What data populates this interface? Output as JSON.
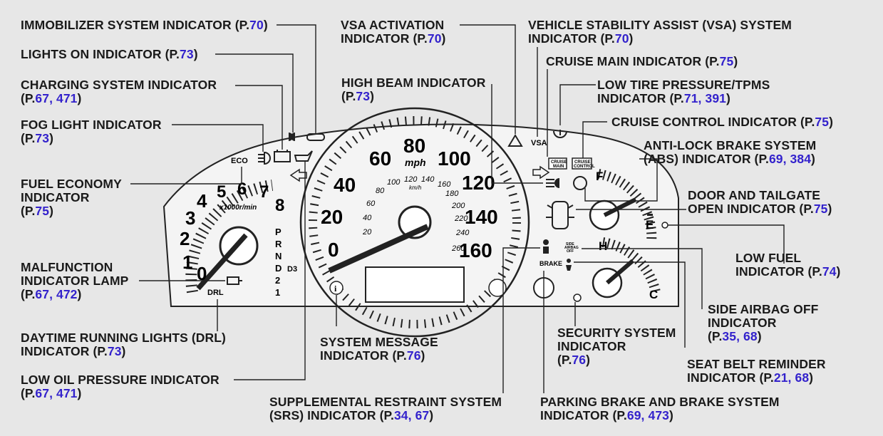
{
  "colors": {
    "link": "#3322cc",
    "text": "#1a1a1a",
    "background": "#e7e7e7",
    "panel": "#f4f4f4"
  },
  "labels": {
    "immobilizer": {
      "l1": "IMMOBILIZER SYSTEM INDICATOR (P.",
      "ref": "70",
      "end": ")"
    },
    "lights_on": {
      "l1": "LIGHTS ON INDICATOR (P.",
      "ref": "73",
      "end": ")"
    },
    "charging": {
      "l1": "CHARGING SYSTEM INDICATOR",
      "p": "(P.",
      "ref1": "67",
      "sep": ", ",
      "ref2": "471",
      "end": ")"
    },
    "fog": {
      "l1": "FOG LIGHT INDICATOR",
      "p": "(P.",
      "ref": "73",
      "end": ")"
    },
    "fuel_economy": {
      "l1": "FUEL ECONOMY",
      "l2": "INDICATOR",
      "p": "(P.",
      "ref": "75",
      "end": ")"
    },
    "malfunction": {
      "l1": "MALFUNCTION",
      "l2": "INDICATOR LAMP",
      "p": "(P.",
      "ref1": "67",
      "sep": ", ",
      "ref2": "472",
      "end": ")"
    },
    "drl": {
      "l1": "DAYTIME RUNNING LIGHTS (DRL)",
      "l2": "INDICATOR (P.",
      "ref": "73",
      "end": ")"
    },
    "low_oil": {
      "l1": "LOW OIL PRESSURE INDICATOR",
      "p": "(P.",
      "ref1": "67",
      "sep": ", ",
      "ref2": "471",
      "end": ")"
    },
    "vsa_activation": {
      "l1": "VSA ACTIVATION",
      "l2": "INDICATOR (P.",
      "ref": "70",
      "end": ")"
    },
    "high_beam": {
      "l1": "HIGH BEAM INDICATOR",
      "p": "(P.",
      "ref": "73",
      "end": ")"
    },
    "vsa_system": {
      "l1": "VEHICLE STABILITY ASSIST (VSA) SYSTEM",
      "l2": "INDICATOR (P.",
      "ref": "70",
      "end": ")"
    },
    "cruise_main": {
      "l1": "CRUISE MAIN INDICATOR (P.",
      "ref": "75",
      "end": ")"
    },
    "tpms": {
      "l1": "LOW TIRE PRESSURE/TPMS",
      "l2": "INDICATOR (P.",
      "ref1": "71",
      "sep": ", ",
      "ref2": "391",
      "end": ")"
    },
    "cruise_control": {
      "l1": "CRUISE CONTROL INDICATOR (P.",
      "ref": "75",
      "end": ")"
    },
    "abs": {
      "l1": "ANTI-LOCK BRAKE SYSTEM",
      "l2": "(ABS) INDICATOR (P.",
      "ref1": "69",
      "sep": ", ",
      "ref2": "384",
      "end": ")"
    },
    "door": {
      "l1": "DOOR AND TAILGATE",
      "l2": "OPEN INDICATOR (P.",
      "ref": "75",
      "end": ")"
    },
    "low_fuel": {
      "l1": "LOW FUEL",
      "l2": "INDICATOR (P.",
      "ref": "74",
      "end": ")"
    },
    "side_airbag": {
      "l1": "SIDE AIRBAG OFF",
      "l2": "INDICATOR",
      "p": "(P.",
      "ref1": "35",
      "sep": ", ",
      "ref2": "68",
      "end": ")"
    },
    "seat_belt": {
      "l1": "SEAT BELT REMINDER",
      "l2": "INDICATOR (P.",
      "ref1": "21",
      "sep": ", ",
      "ref2": "68",
      "end": ")"
    },
    "security": {
      "l1": "SECURITY SYSTEM",
      "l2": "INDICATOR",
      "p": "(P.",
      "ref": "76",
      "end": ")"
    },
    "system_message": {
      "l1": "SYSTEM MESSAGE",
      "l2": "INDICATOR (P.",
      "ref": "76",
      "end": ")"
    },
    "srs": {
      "l1": "SUPPLEMENTAL RESTRAINT SYSTEM",
      "l2": "(SRS) INDICATOR (P.",
      "ref1": "34",
      "sep": ", ",
      "ref2": "67",
      "end": ")"
    },
    "parking_brake": {
      "l1": "PARKING BRAKE AND BRAKE SYSTEM",
      "l2": "INDICATOR (P.",
      "ref1": "69",
      "sep": ", ",
      "ref2": "473",
      "end": ")"
    }
  },
  "cluster": {
    "tach_numbers": [
      "0",
      "1",
      "2",
      "3",
      "4",
      "5",
      "6",
      "7",
      "8"
    ],
    "tach_unit": "x1000r/min",
    "eco": "ECO",
    "gears": [
      "P",
      "R",
      "N",
      "D",
      "2",
      "1"
    ],
    "d3": "D3",
    "drl_text": "DRL",
    "speed_mph": [
      "0",
      "20",
      "40",
      "60",
      "80",
      "100",
      "120",
      "140",
      "160"
    ],
    "mph_unit": "mph",
    "speed_kmh": [
      "20",
      "40",
      "60",
      "80",
      "100",
      "120",
      "140",
      "160",
      "180",
      "200",
      "220",
      "240",
      "260"
    ],
    "kmh_unit": "km/h",
    "vsa_text": "VSA",
    "cruise_main_text": [
      "CRUISE",
      "MAIN"
    ],
    "cruise_control_text": [
      "CRUISE",
      "CONTROL"
    ],
    "fuel_f": "F",
    "fuel_e": "E",
    "temp_h": "H",
    "temp_c": "C",
    "brake_text": "BRAKE",
    "side_airbag_text": [
      "SIDE",
      "AIRBAG",
      "OFF"
    ]
  }
}
